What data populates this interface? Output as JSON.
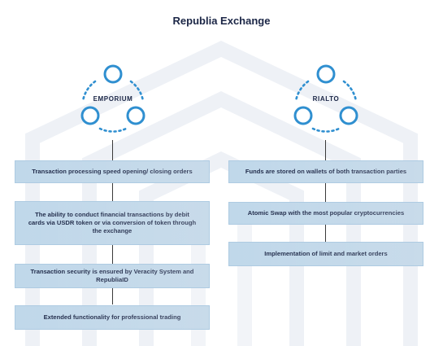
{
  "title": "Republia Exchange",
  "colors": {
    "accent": "#2f8fd0",
    "box_fill": "#bfd6e9",
    "text": "#1b2646",
    "watermark": "#eef1f6"
  },
  "left": {
    "label": "EMPORIUM",
    "items": [
      "Transaction processing speed opening/ closing orders",
      "The ability to conduct financial transactions by debit cards via USDR token or via conversion of token through the exchange",
      "Transaction security is ensured by Veracity System and RepubliaID",
      "Extended functionality for professional trading"
    ]
  },
  "right": {
    "label": "RIALTO",
    "items": [
      "Funds are stored on wallets of both transaction parties",
      "Atomic Swap with the most popular cryptocurrencies",
      "Implementation of limit and market orders"
    ]
  }
}
